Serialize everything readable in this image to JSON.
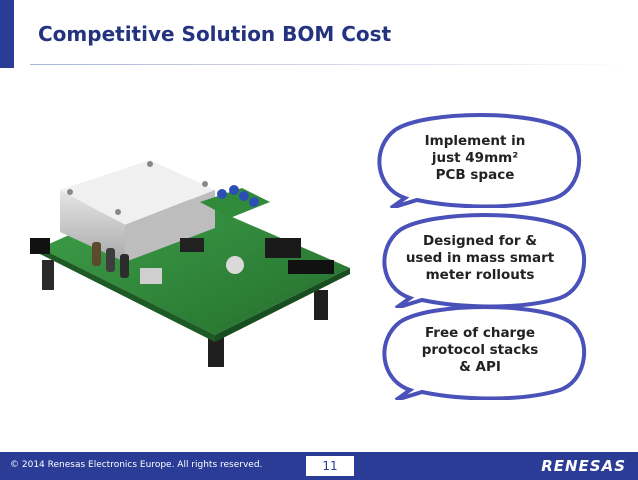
{
  "slide": {
    "title": "Competitive Solution BOM Cost",
    "bubbles": [
      {
        "text": "Implement in\njust 49mm²\nPCB space"
      },
      {
        "text": "Designed for &\nused in mass smart\nmeter rollouts"
      },
      {
        "text": "Free of charge\nprotocol stacks\n& API"
      }
    ]
  },
  "footer": {
    "copyright": "© 2014 Renesas Electronics Europe. All rights reserved.",
    "page_number": "11",
    "logo": "RENESAS"
  },
  "colors": {
    "brand": "#2a3c96",
    "title": "#24337f",
    "bubble_outline": "#4a51b8",
    "pcb": "#2f8a3a"
  },
  "icons": [
    "evaluation-board-image",
    "renesas-logo"
  ]
}
